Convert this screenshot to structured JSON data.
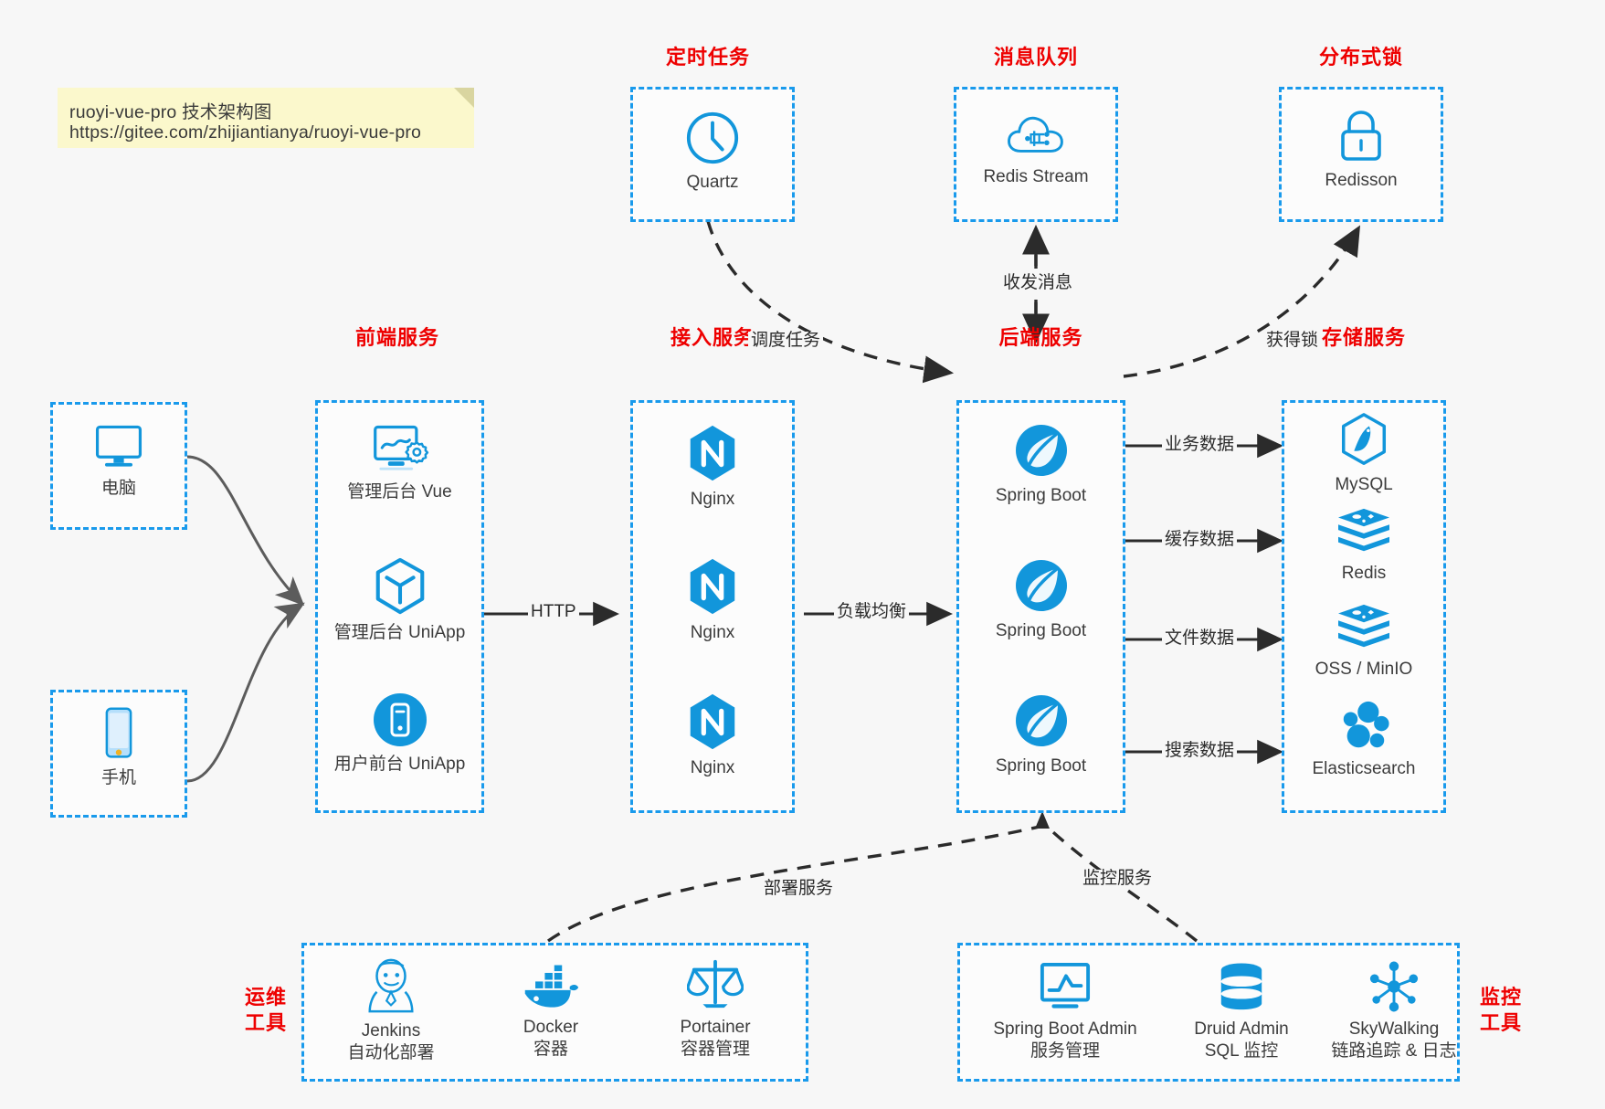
{
  "note": {
    "line1": "ruoyi-vue-pro 技术架构图",
    "line2": "https://gitee.com/zhijiantianya/ruoyi-vue-pro"
  },
  "colors": {
    "accent_blue": "#199aec",
    "icon_blue": "#1296db",
    "title_red": "#ee0000",
    "background": "#f7f7f7",
    "edge_gray": "#595959"
  },
  "groups": {
    "scheduled_tasks": {
      "title": "定时任务",
      "items": [
        {
          "label": "Quartz",
          "icon": "clock-icon"
        }
      ]
    },
    "message_queue": {
      "title": "消息队列",
      "items": [
        {
          "label": "Redis Stream",
          "icon": "cloud-stream-icon"
        }
      ]
    },
    "distributed_lock": {
      "title": "分布式锁",
      "items": [
        {
          "label": "Redisson",
          "icon": "lock-icon"
        }
      ]
    },
    "clients": {
      "pc": {
        "label": "电脑",
        "icon": "monitor-icon"
      },
      "mobile": {
        "label": "手机",
        "icon": "phone-icon"
      }
    },
    "frontend": {
      "title": "前端服务",
      "items": [
        {
          "label": "管理后台 Vue",
          "icon": "dashboard-icon"
        },
        {
          "label": "管理后台 UniApp",
          "icon": "cube-icon"
        },
        {
          "label": "用户前台 UniApp",
          "icon": "mobile-app-icon"
        }
      ]
    },
    "gateway": {
      "title": "接入服务",
      "items": [
        {
          "label": "Nginx",
          "icon": "nginx-icon"
        },
        {
          "label": "Nginx",
          "icon": "nginx-icon"
        },
        {
          "label": "Nginx",
          "icon": "nginx-icon"
        }
      ]
    },
    "backend": {
      "title": "后端服务",
      "items": [
        {
          "label": "Spring Boot",
          "icon": "spring-icon"
        },
        {
          "label": "Spring Boot",
          "icon": "spring-icon"
        },
        {
          "label": "Spring Boot",
          "icon": "spring-icon"
        }
      ]
    },
    "storage": {
      "title": "存储服务",
      "items": [
        {
          "label": "MySQL",
          "icon": "mysql-icon"
        },
        {
          "label": "Redis",
          "icon": "redis-icon"
        },
        {
          "label": "OSS / MinIO",
          "icon": "oss-icon"
        },
        {
          "label": "Elasticsearch",
          "icon": "elasticsearch-icon"
        }
      ]
    },
    "devops": {
      "title_line1": "运维",
      "title_line2": "工具",
      "items": [
        {
          "label": "Jenkins",
          "sub": "自动化部署",
          "icon": "jenkins-icon"
        },
        {
          "label": "Docker",
          "sub": "容器",
          "icon": "docker-icon"
        },
        {
          "label": "Portainer",
          "sub": "容器管理",
          "icon": "scales-icon"
        }
      ]
    },
    "monitoring": {
      "title_line1": "监控",
      "title_line2": "工具",
      "items": [
        {
          "label": "Spring Boot Admin",
          "sub": "服务管理",
          "icon": "monitor-chart-icon"
        },
        {
          "label": "Druid Admin",
          "sub": "SQL 监控",
          "icon": "database-icon"
        },
        {
          "label": "SkyWalking",
          "sub": "链路追踪 & 日志",
          "icon": "skywalking-icon"
        }
      ]
    }
  },
  "edges": [
    {
      "id": "http",
      "label": "HTTP",
      "from": "frontend",
      "to": "gateway"
    },
    {
      "id": "lb",
      "label": "负载均衡",
      "from": "gateway",
      "to": "backend"
    },
    {
      "id": "schedule",
      "label": "调度任务",
      "from": "scheduled_tasks",
      "to": "backend"
    },
    {
      "id": "mq",
      "label": "收发消息",
      "from": "message_queue",
      "to": "backend"
    },
    {
      "id": "lock",
      "label": "获得锁",
      "from": "backend",
      "to": "distributed_lock"
    },
    {
      "id": "biz-data",
      "label": "业务数据",
      "from": "backend",
      "to": "storage"
    },
    {
      "id": "cache-data",
      "label": "缓存数据",
      "from": "backend",
      "to": "storage"
    },
    {
      "id": "file-data",
      "label": "文件数据",
      "from": "backend",
      "to": "storage"
    },
    {
      "id": "search-data",
      "label": "搜索数据",
      "from": "backend",
      "to": "storage"
    },
    {
      "id": "deploy",
      "label": "部署服务",
      "from": "devops",
      "to": "backend"
    },
    {
      "id": "monitor",
      "label": "监控服务",
      "from": "monitoring",
      "to": "backend"
    }
  ]
}
